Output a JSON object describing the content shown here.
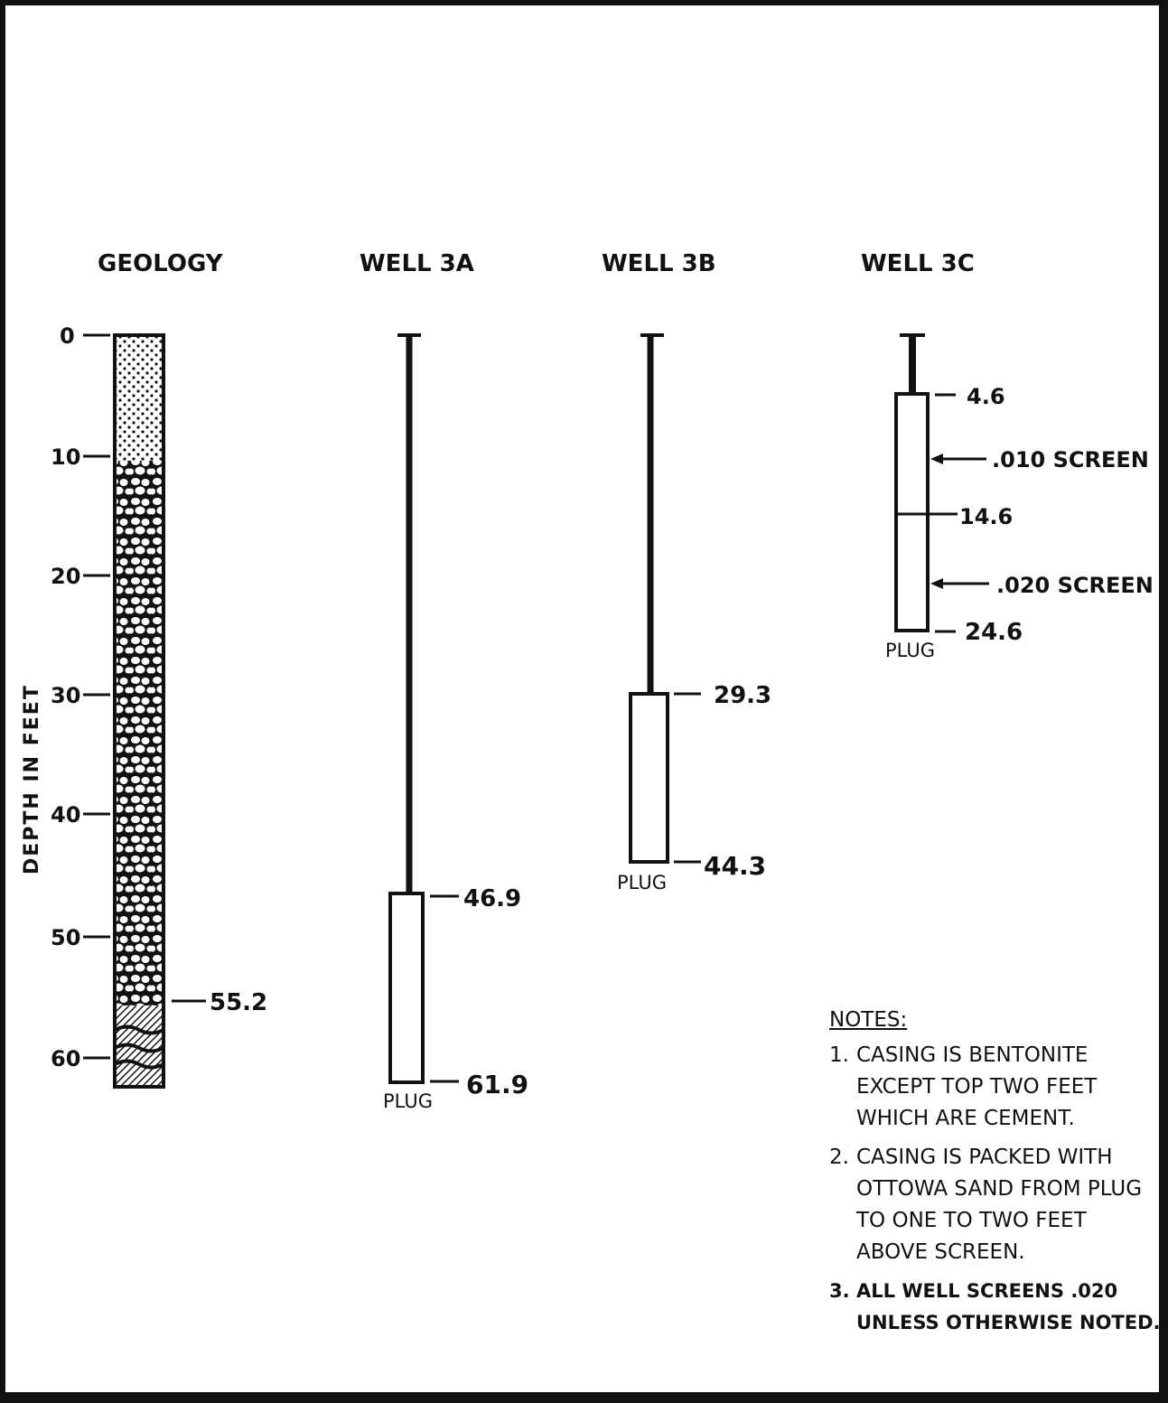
{
  "headers": {
    "geology": "GEOLOGY",
    "well_3a": "WELL 3A",
    "well_3b": "WELL 3B",
    "well_3c": "WELL 3C"
  },
  "axis": {
    "label": "DEPTH IN FEET",
    "ticks": [
      "0",
      "10",
      "20",
      "30",
      "40",
      "50",
      "60"
    ]
  },
  "geology": {
    "contact_label": "55.2"
  },
  "well_3a": {
    "screen_top": "46.9",
    "screen_bottom": "61.9",
    "plug": "PLUG"
  },
  "well_3b": {
    "screen_top": "29.3",
    "screen_bottom": "44.3",
    "plug": "PLUG"
  },
  "well_3c": {
    "screen_top": "4.6",
    "screen_mid": "14.6",
    "screen_bottom": "24.6",
    "upper_screen": ".010 SCREEN",
    "lower_screen": ".020 SCREEN",
    "plug": "PLUG"
  },
  "notes": {
    "heading": "NOTES:",
    "items": [
      {
        "num": "1.",
        "lines": [
          "CASING IS BENTONITE",
          "EXCEPT TOP TWO FEET",
          "WHICH ARE CEMENT."
        ]
      },
      {
        "num": "2.",
        "lines": [
          "CASING IS PACKED WITH",
          "OTTOWA SAND FROM PLUG",
          "TO ONE TO TWO FEET",
          "ABOVE SCREEN."
        ]
      },
      {
        "num": "3.",
        "lines": [
          "ALL WELL SCREENS .020",
          "UNLESS OTHERWISE NOTED."
        ]
      }
    ]
  }
}
